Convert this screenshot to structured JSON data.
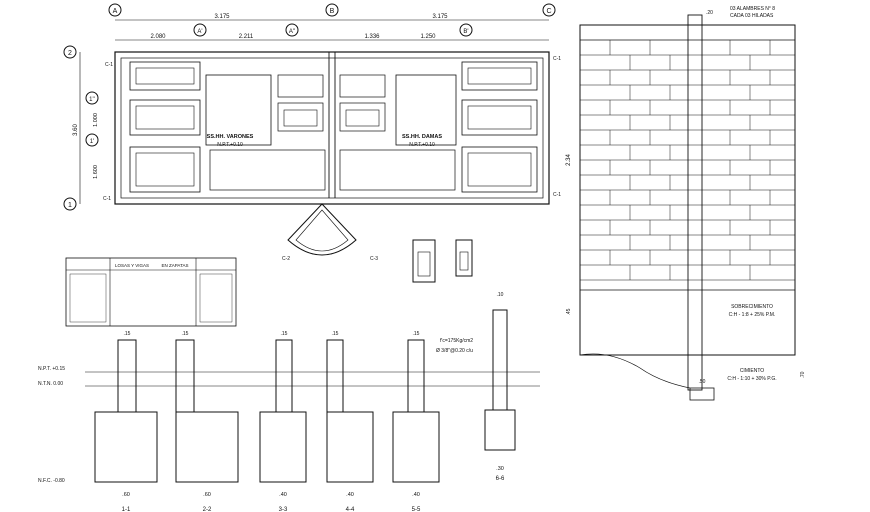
{
  "plan": {
    "axes": [
      "A",
      "B",
      "C",
      "A'",
      "A''",
      "B'",
      "2",
      "1''",
      "1'",
      "1"
    ],
    "top_dims_total": [
      "3.175",
      "3.175"
    ],
    "top_dims_sub": [
      "2.080",
      "2.211",
      "1.336",
      "1.250"
    ],
    "left_dims": [
      "3.60",
      "1.000",
      "1.600"
    ],
    "room_left_name": "SS.HH. VARONES",
    "room_left_level": "N.P.T.+0.10",
    "room_right_name": "SS.HH. DAMAS",
    "room_right_level": "N.P.T.+0.10",
    "cut_labels": [
      "C-1",
      "C-1",
      "C-1",
      "C-1",
      "C-2",
      "C-3"
    ]
  },
  "schedule_table": {
    "header_left": "LOSAS Y VIGAS",
    "header_right": "EN ZAPATAS"
  },
  "sections": {
    "level_labels": [
      "N.P.T. +0.15",
      "N.T.N. 0.00",
      "N.F.C. -0.80"
    ],
    "concrete_note_1": "f'c=175Kg/cm2",
    "concrete_note_2": "Ø 3/8\"@0.20 c/u",
    "widths": [
      ".60",
      ".60",
      ".40",
      ".40",
      ".40",
      ".30"
    ],
    "top_widths": [
      ".15",
      ".15",
      ".15",
      ".15",
      ".15",
      ".10"
    ],
    "names": [
      "1-1",
      "2-2",
      "3-3",
      "4-4",
      "5-5",
      "6-6"
    ]
  },
  "wall_elevation": {
    "top_dim": ".20",
    "note_line1": "03 ALAMBRES N° 8",
    "note_line2": "CADA 03 HILADAS",
    "height_dim": "2.34",
    "base_dim": ".45",
    "sobrecimiento_title": "SOBRECIMIENTO",
    "sobrecimiento_spec": "C:H - 1:8 + 25% P.M.",
    "cimiento_title": "CIMIENTO",
    "cimiento_spec": "C:H - 1:10 + 30% P.G.",
    "footing_dim": ".50",
    "footing_height": ".70"
  },
  "colors": {
    "line": "#111111",
    "background": "#ffffff"
  }
}
